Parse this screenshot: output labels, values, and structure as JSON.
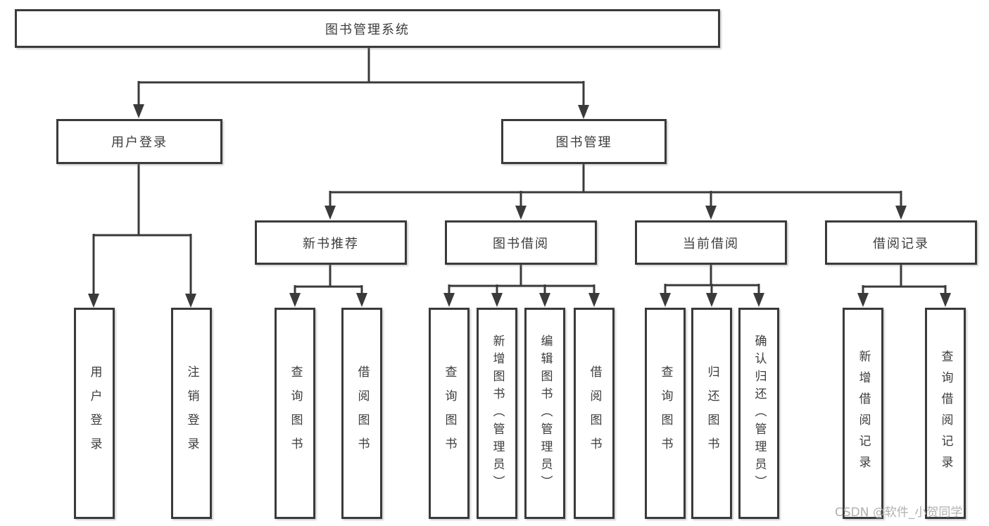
{
  "nodes": {
    "root": "图书管理系统",
    "user_login": "用户登录",
    "book_mgmt": "图书管理",
    "new_books": "新书推荐",
    "book_borrow": "图书借阅",
    "current_borrow": "当前借阅",
    "borrow_records": "借阅记录"
  },
  "leaves": {
    "user_login_leaf": "用户登录",
    "logout_leaf": "注销登录",
    "nb_query_books": "查询图书",
    "nb_borrow_books": "借阅图书",
    "bb_query_books": "查询图书",
    "bb_add_books": "新增图书（管理员）",
    "bb_edit_books": "编辑图书（管理员）",
    "bb_borrow_books": "借阅图书",
    "cb_query_books": "查询图书",
    "cb_return_books": "归还图书",
    "cb_confirm_return": "确认归还（管理员）",
    "br_add_record": "新增借阅记录",
    "br_query_record": "查询借阅记录"
  },
  "watermark": "CSDN @软件_小贺同学",
  "colors": {
    "line": "#3a3a3a",
    "text": "#3c3c3c",
    "watermark": "#b0b0b0"
  }
}
